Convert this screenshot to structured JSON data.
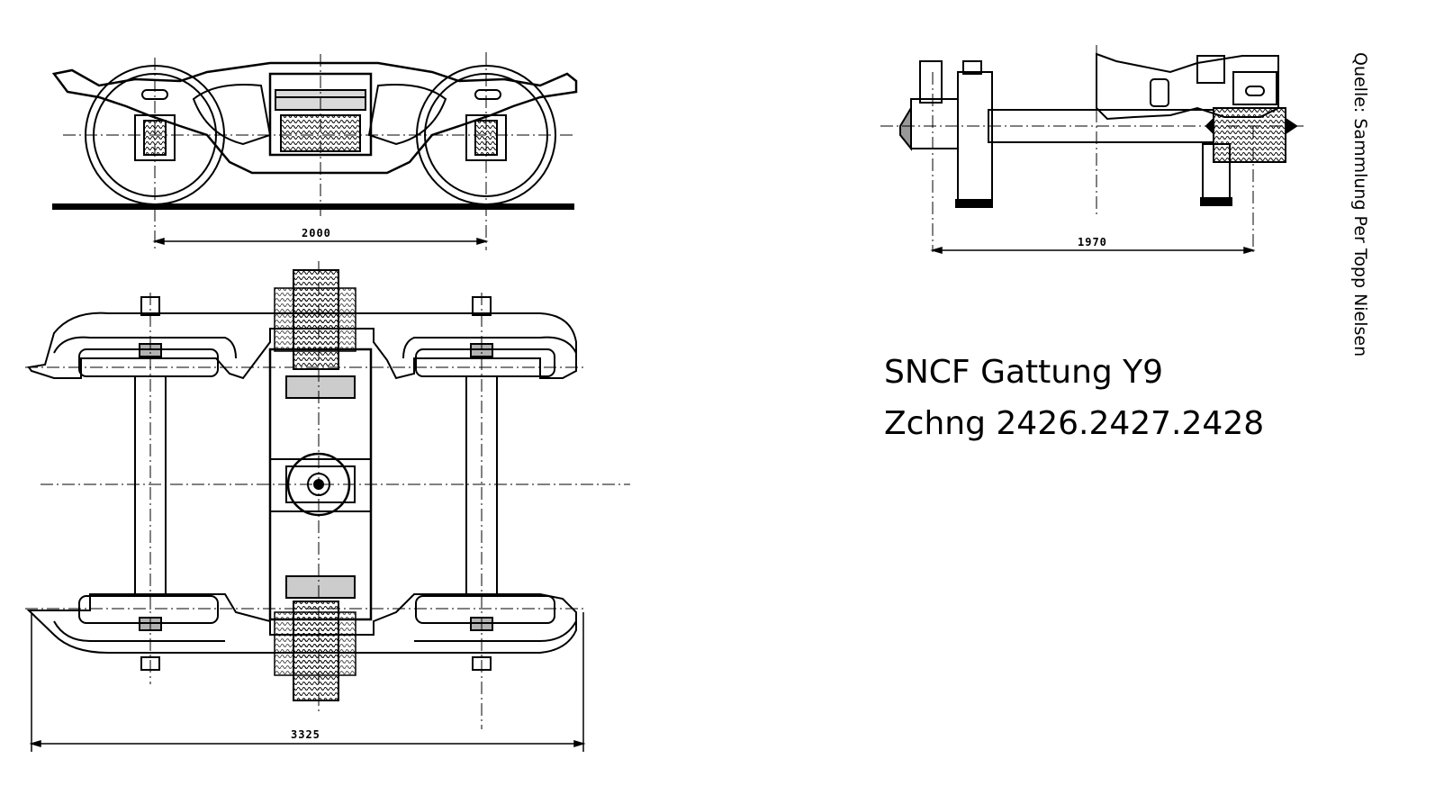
{
  "title": {
    "line1": "SNCF Gattung  Y9",
    "line2": "Zchng 2426.2427.2428"
  },
  "credit": "Quelle: Sammlung Per Topp Nielsen",
  "dimensions": {
    "side_view_wheelbase": "2000",
    "end_view_width": "1970",
    "plan_view_length": "3325"
  }
}
